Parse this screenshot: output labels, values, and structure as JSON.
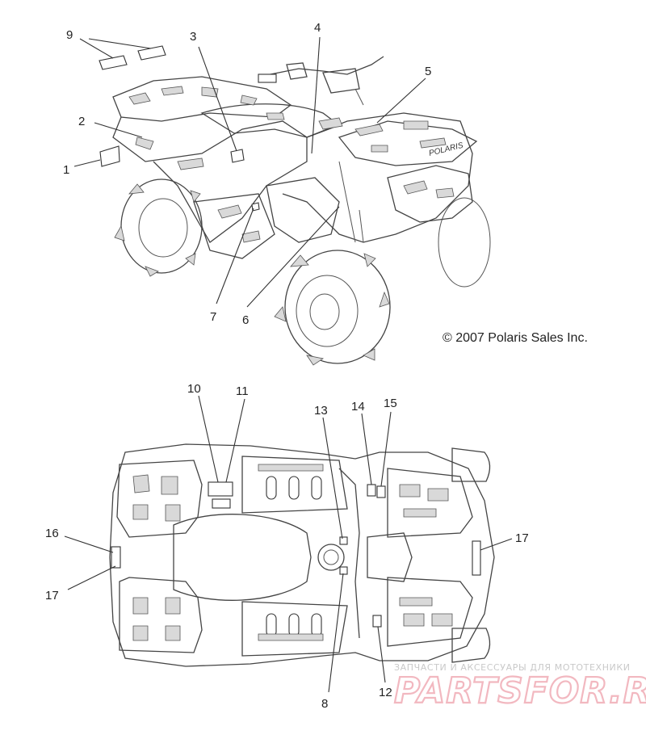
{
  "callouts": {
    "c1": "1",
    "c2": "2",
    "c3": "3",
    "c4": "4",
    "c5": "5",
    "c6": "6",
    "c7": "7",
    "c8": "8",
    "c9": "9",
    "c10": "10",
    "c11": "11",
    "c12": "12",
    "c13": "13",
    "c14": "14",
    "c15": "15",
    "c16": "16",
    "c17a": "17",
    "c17b": "17"
  },
  "copyright": "© 2007 Polaris Sales Inc.",
  "brand_on_vehicle": "POLARIS",
  "watermark": {
    "tagline": "ЗАПЧАСТИ И АКСЕССУАРЫ ДЛЯ МОТОТЕХНИКИ",
    "logo": "PARTSFOR.RU"
  }
}
